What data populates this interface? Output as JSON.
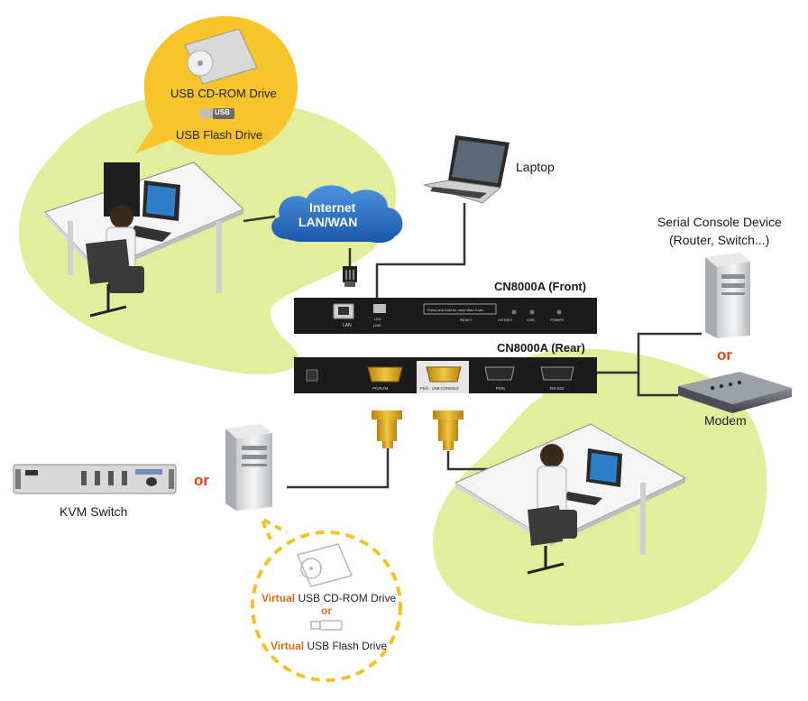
{
  "colors": {
    "zone_fill": "#e3ee9c",
    "bubble_yellow": "#f7c529",
    "cloud_blue": "#2a6fc4",
    "or_red": "#e0451c",
    "virtual_orange": "#e06a14",
    "device_black": "#1b1b1b",
    "db9_gold": "#d8a21e",
    "line_gray": "#333333"
  },
  "labels": {
    "usb_cdrom": "USB CD-ROM Drive",
    "usb_badge": "USB",
    "usb_flash": "USB Flash Drive",
    "laptop": "Laptop",
    "cloud_line1": "Internet",
    "cloud_line2": "LAN/WAN",
    "cn_front": "CN8000A (Front)",
    "cn_rear": "CN8000A (Rear)",
    "serial_console_line1": "Serial Console Device",
    "serial_console_line2": "(Router, Switch...)",
    "or_right": "or",
    "modem": "Modem",
    "or_left": "or",
    "kvm_switch": "KVM Switch",
    "virtual_word": "Virtual",
    "virtual_cdrom_rest": " USB CD-ROM Drive",
    "or_virtual": "or",
    "virtual_flash_rest": " USB Flash Drive"
  },
  "ports": {
    "front_lan": "LAN",
    "front_usb_top": "LED",
    "front_usb_bottom": "LINK",
    "front_panel_box": "Press and hold for more than 5 sec",
    "front_reset": "RESET",
    "front_hotkey": "HOTKEY",
    "front_link": "LINK",
    "front_power": "POWER",
    "rear_pc_kvm": "PC/KVM",
    "rear_console": "PS/2 · USB CONSOLE",
    "rear_pon": "PON",
    "rear_rs232": "RS-232"
  },
  "icons": [
    "cdrom-disc-icon",
    "usb-stick-icon",
    "cloud-icon",
    "laptop-icon",
    "server-tower-icon",
    "modem-icon",
    "kvm-switch-icon",
    "db9-connector-icon",
    "ethernet-plug-icon",
    "workstation-operator-icon"
  ]
}
